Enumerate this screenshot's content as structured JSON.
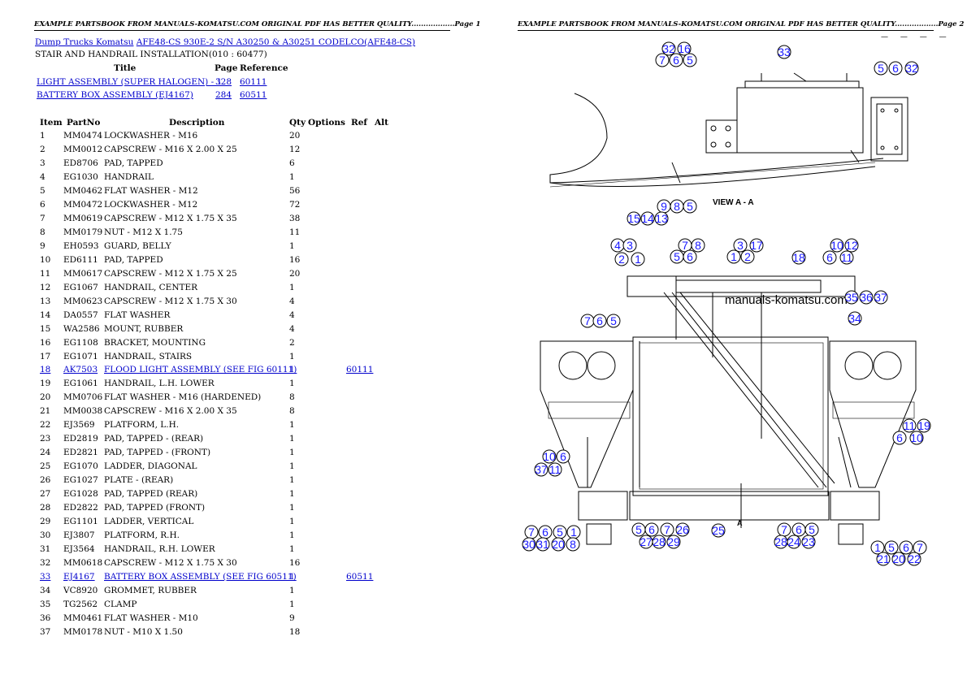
{
  "header_left": "EXAMPLE PARTSBOOK FROM MANUALS-KOMATSU.COM ORIGINAL PDF HAS BETTER QUALITY..................Page 1",
  "header_right": "EXAMPLE PARTSBOOK FROM MANUALS-KOMATSU.COM ORIGINAL PDF HAS BETTER QUALITY..................Page 2",
  "header_dashes": "— — — —",
  "breadcrumb": {
    "root": "Dump Trucks Komatsu",
    "model": "AFE48-CS 930E-2 S/N A30250 & A30251 CODELCO(AFE48-CS)"
  },
  "subtitle": "STAIR AND HANDRAIL INSTALLATION(010 : 60477)",
  "refs_header": {
    "title": "Title",
    "page": "Page",
    "reference": "Reference"
  },
  "refs": [
    {
      "title": "LIGHT ASSEMBLY (SUPER HALOGEN) - 1",
      "page": "328",
      "reference": "60111"
    },
    {
      "title": "BATTERY BOX ASSEMBLY (EJ4167)",
      "page": "284",
      "reference": "60511"
    }
  ],
  "table_header": {
    "item": "Item",
    "partno": "PartNo",
    "description": "Description",
    "qty": "Qty",
    "options": "Options",
    "ref": "Ref",
    "alt": "Alt"
  },
  "parts": [
    {
      "item": "1",
      "partno": "MM0474",
      "desc": "LOCKWASHER - M16",
      "qty": "20",
      "ref": ""
    },
    {
      "item": "2",
      "partno": "MM0012",
      "desc": "CAPSCREW - M16 X 2.00 X 25",
      "qty": "12",
      "ref": ""
    },
    {
      "item": "3",
      "partno": "ED8706",
      "desc": "PAD, TAPPED",
      "qty": "6",
      "ref": ""
    },
    {
      "item": "4",
      "partno": "EG1030",
      "desc": "HANDRAIL",
      "qty": "1",
      "ref": ""
    },
    {
      "item": "5",
      "partno": "MM0462",
      "desc": "FLAT WASHER - M12",
      "qty": "56",
      "ref": ""
    },
    {
      "item": "6",
      "partno": "MM0472",
      "desc": "LOCKWASHER - M12",
      "qty": "72",
      "ref": ""
    },
    {
      "item": "7",
      "partno": "MM0619",
      "desc": "CAPSCREW - M12 X 1.75 X 35",
      "qty": "38",
      "ref": ""
    },
    {
      "item": "8",
      "partno": "MM0179",
      "desc": "NUT - M12 X 1.75",
      "qty": "11",
      "ref": ""
    },
    {
      "item": "9",
      "partno": "EH0593",
      "desc": "GUARD, BELLY",
      "qty": "1",
      "ref": ""
    },
    {
      "item": "10",
      "partno": "ED6111",
      "desc": "PAD, TAPPED",
      "qty": "16",
      "ref": ""
    },
    {
      "item": "11",
      "partno": "MM0617",
      "desc": "CAPSCREW - M12 X 1.75 X 25",
      "qty": "20",
      "ref": ""
    },
    {
      "item": "12",
      "partno": "EG1067",
      "desc": "HANDRAIL, CENTER",
      "qty": "1",
      "ref": ""
    },
    {
      "item": "13",
      "partno": "MM0623",
      "desc": "CAPSCREW - M12 X 1.75 X 30",
      "qty": "4",
      "ref": ""
    },
    {
      "item": "14",
      "partno": "DA0557",
      "desc": "FLAT WASHER",
      "qty": "4",
      "ref": ""
    },
    {
      "item": "15",
      "partno": "WA2586",
      "desc": "MOUNT, RUBBER",
      "qty": "4",
      "ref": ""
    },
    {
      "item": "16",
      "partno": "EG1108",
      "desc": "BRACKET, MOUNTING",
      "qty": "2",
      "ref": ""
    },
    {
      "item": "17",
      "partno": "EG1071",
      "desc": "HANDRAIL, STAIRS",
      "qty": "1",
      "ref": ""
    },
    {
      "item": "18",
      "partno": "AK7503",
      "desc": "FLOOD LIGHT ASSEMBLY (SEE FIG 60111)",
      "qty": "1",
      "ref": "60111",
      "link": true
    },
    {
      "item": "19",
      "partno": "EG1061",
      "desc": "HANDRAIL, L.H. LOWER",
      "qty": "1",
      "ref": ""
    },
    {
      "item": "20",
      "partno": "MM0706",
      "desc": "FLAT WASHER - M16 (HARDENED)",
      "qty": "8",
      "ref": ""
    },
    {
      "item": "21",
      "partno": "MM0038",
      "desc": "CAPSCREW - M16 X 2.00 X 35",
      "qty": "8",
      "ref": ""
    },
    {
      "item": "22",
      "partno": "EJ3569",
      "desc": "PLATFORM, L.H.",
      "qty": "1",
      "ref": ""
    },
    {
      "item": "23",
      "partno": "ED2819",
      "desc": "PAD, TAPPED - (REAR)",
      "qty": "1",
      "ref": ""
    },
    {
      "item": "24",
      "partno": "ED2821",
      "desc": "PAD, TAPPED - (FRONT)",
      "qty": "1",
      "ref": ""
    },
    {
      "item": "25",
      "partno": "EG1070",
      "desc": "LADDER, DIAGONAL",
      "qty": "1",
      "ref": ""
    },
    {
      "item": "26",
      "partno": "EG1027",
      "desc": "PLATE - (REAR)",
      "qty": "1",
      "ref": ""
    },
    {
      "item": "27",
      "partno": "EG1028",
      "desc": "PAD, TAPPED (REAR)",
      "qty": "1",
      "ref": ""
    },
    {
      "item": "28",
      "partno": "ED2822",
      "desc": "PAD, TAPPED (FRONT)",
      "qty": "1",
      "ref": ""
    },
    {
      "item": "29",
      "partno": "EG1101",
      "desc": "LADDER, VERTICAL",
      "qty": "1",
      "ref": ""
    },
    {
      "item": "30",
      "partno": "EJ3807",
      "desc": "PLATFORM, R.H.",
      "qty": "1",
      "ref": ""
    },
    {
      "item": "31",
      "partno": "EJ3564",
      "desc": "HANDRAIL, R.H. LOWER",
      "qty": "1",
      "ref": ""
    },
    {
      "item": "32",
      "partno": "MM0618",
      "desc": "CAPSCREW - M12 X 1.75 X 30",
      "qty": "16",
      "ref": ""
    },
    {
      "item": "33",
      "partno": "EJ4167",
      "desc": "BATTERY BOX ASSEMBLY (SEE FIG 60511)",
      "qty": "1",
      "ref": "60511",
      "link": true
    },
    {
      "item": "34",
      "partno": "VC8920",
      "desc": "GROMMET, RUBBER",
      "qty": "1",
      "ref": ""
    },
    {
      "item": "35",
      "partno": "TG2562",
      "desc": "CLAMP",
      "qty": "1",
      "ref": ""
    },
    {
      "item": "36",
      "partno": "MM0461",
      "desc": "FLAT WASHER - M10",
      "qty": "9",
      "ref": ""
    },
    {
      "item": "37",
      "partno": "MM0178",
      "desc": "NUT - M10 X 1.50",
      "qty": "18",
      "ref": ""
    }
  ],
  "diagram": {
    "view_label": "VIEW A - A",
    "watermark": "manuals-komatsu.com",
    "section_mark": "A",
    "callouts": [
      "32",
      "16",
      "7",
      "6",
      "5",
      "33",
      "5",
      "6",
      "32",
      "9",
      "8",
      "5",
      "15",
      "14",
      "13",
      "4",
      "3",
      "2",
      "1",
      "7",
      "8",
      "5",
      "6",
      "3",
      "17",
      "1",
      "2",
      "18",
      "10",
      "12",
      "6",
      "11",
      "35",
      "36",
      "37",
      "7",
      "6",
      "5",
      "34",
      "10",
      "6",
      "37",
      "11",
      "11",
      "19",
      "6",
      "10",
      "7",
      "6",
      "5",
      "1",
      "30",
      "31",
      "20",
      "8",
      "5",
      "6",
      "7",
      "26",
      "27",
      "28",
      "29",
      "25",
      "7",
      "6",
      "5",
      "28",
      "24",
      "23",
      "1",
      "5",
      "6",
      "7",
      "21",
      "20",
      "22"
    ]
  }
}
